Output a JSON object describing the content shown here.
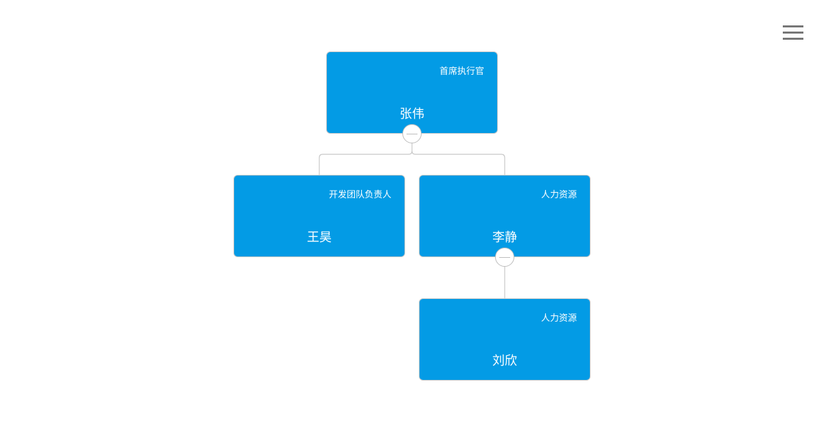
{
  "theme": {
    "node_color": "#039BE5",
    "link_color": "#c8c8c8"
  },
  "menu": {
    "icon": "hamburger-menu-icon"
  },
  "nodes": [
    {
      "id": "ceo",
      "title": "首席执行官",
      "name": "张伟",
      "collapsible": true
    },
    {
      "id": "dev",
      "title": "开发团队负责人",
      "name": "王昊",
      "collapsible": false
    },
    {
      "id": "hr1",
      "title": "人力资源",
      "name": "李静",
      "collapsible": true
    },
    {
      "id": "hr2",
      "title": "人力资源",
      "name": "刘欣",
      "collapsible": false
    }
  ]
}
